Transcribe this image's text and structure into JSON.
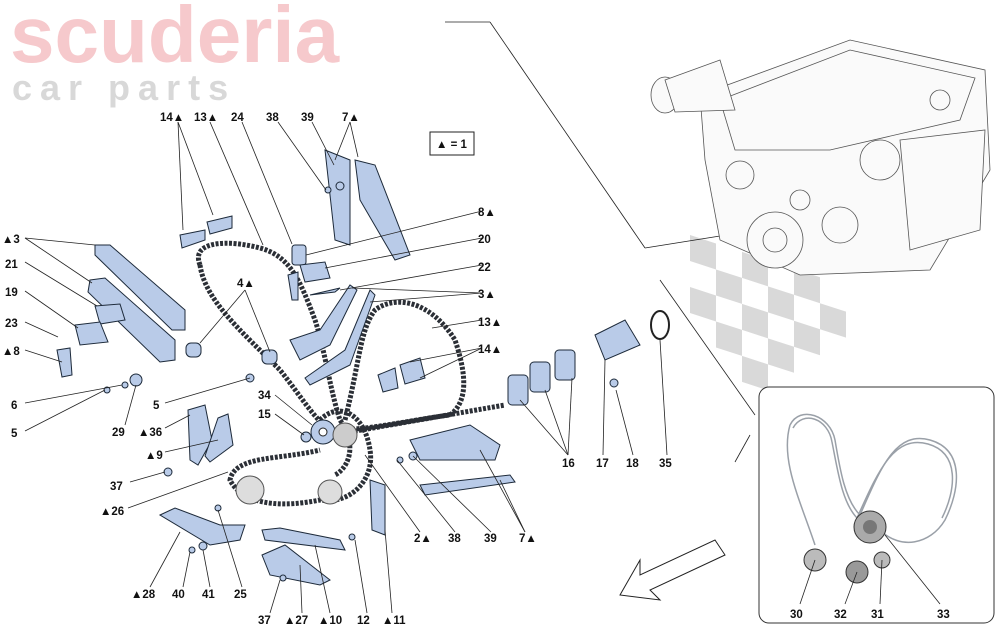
{
  "legend": {
    "text": "▲ = 1"
  },
  "watermark": {
    "main": "scuderia",
    "sub": "car parts"
  },
  "colors": {
    "part_fill": "#b9cbe8",
    "outline": "#1d2a3a",
    "watermark": "#f6c9cc"
  },
  "labels": [
    "14▲",
    "13▲",
    "24",
    "38",
    "39",
    "7▲",
    "▲3",
    "21",
    "19",
    "23",
    "▲8",
    "6",
    "5",
    "29",
    "5",
    "▲36",
    "▲9",
    "37",
    "▲26",
    "▲28",
    "40",
    "41",
    "25",
    "37",
    "▲27",
    "▲10",
    "12",
    "▲11",
    "2▲",
    "38",
    "39",
    "7▲",
    "34",
    "15",
    "4▲",
    "8▲",
    "20",
    "22",
    "3▲",
    "13▲",
    "14▲",
    "16",
    "17",
    "18",
    "35",
    "30",
    "32",
    "31",
    "33"
  ]
}
